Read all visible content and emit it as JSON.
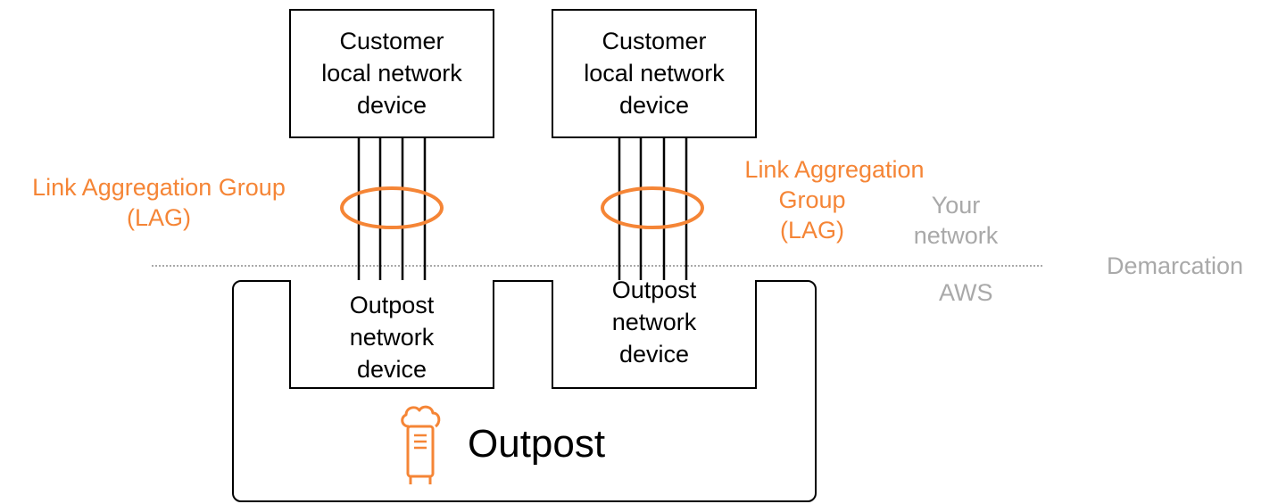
{
  "customer_device_1": {
    "lines": [
      "Customer",
      "local network",
      "device"
    ]
  },
  "customer_device_2": {
    "lines": [
      "Customer",
      "local network",
      "device"
    ]
  },
  "outpost_device_1": {
    "lines": [
      "Outpost",
      "network",
      "device"
    ]
  },
  "outpost_device_2": {
    "lines": [
      "Outpost",
      "network",
      "device"
    ]
  },
  "lag_left": {
    "lines": [
      "Link Aggregation Group",
      "(LAG)"
    ]
  },
  "lag_right": {
    "lines": [
      "Link Aggregation",
      "Group",
      "(LAG)"
    ]
  },
  "your_network": {
    "lines": [
      "Your",
      "network"
    ]
  },
  "demarcation": "Demarcation",
  "aws": "AWS",
  "outpost_title": "Outpost",
  "icons": {
    "outpost": "outpost-rack-cloud-icon"
  },
  "colors": {
    "lag": "#f58536",
    "boundary": "#a9a9a9",
    "lines": "#000000"
  }
}
